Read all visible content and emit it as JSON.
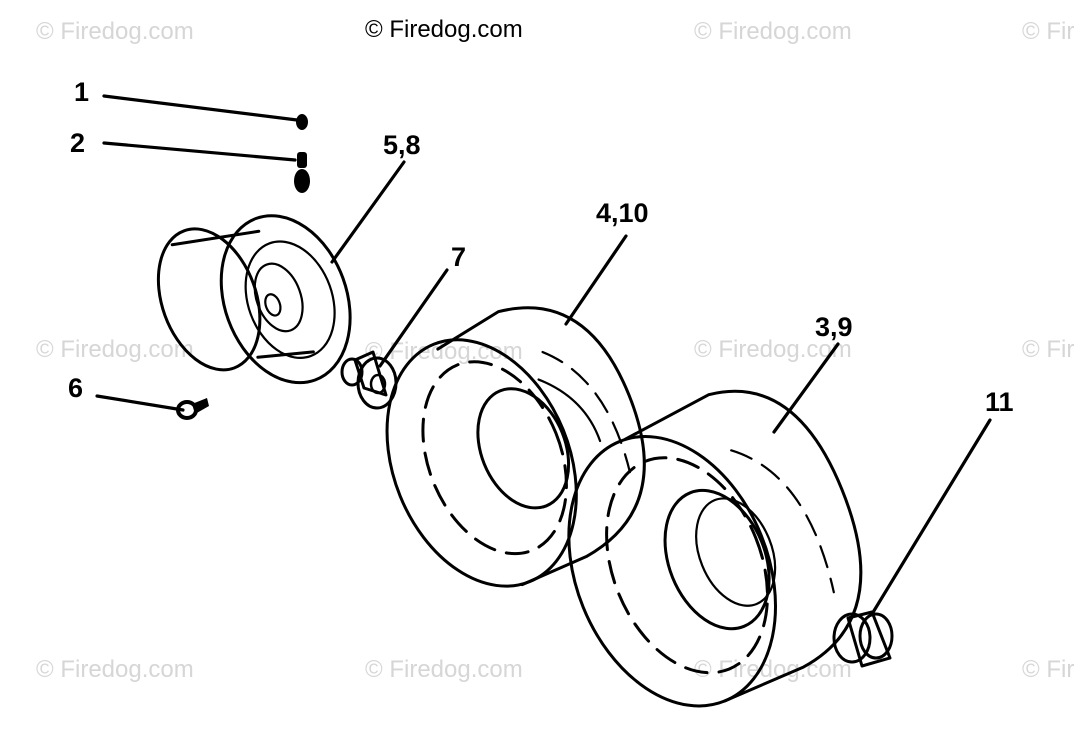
{
  "watermark": {
    "main_text": "© Firedog.com",
    "tile_text": "© Firedog.com",
    "tile_text_cut": "© Fir"
  },
  "callouts": {
    "c1": "1",
    "c2": "2",
    "c58": "5,8",
    "c7": "7",
    "c410": "4,10",
    "c39": "3,9",
    "c6": "6",
    "c11": "11"
  },
  "colors": {
    "line": "#000000",
    "watermark": "#d6d6d6",
    "background": "#ffffff"
  }
}
